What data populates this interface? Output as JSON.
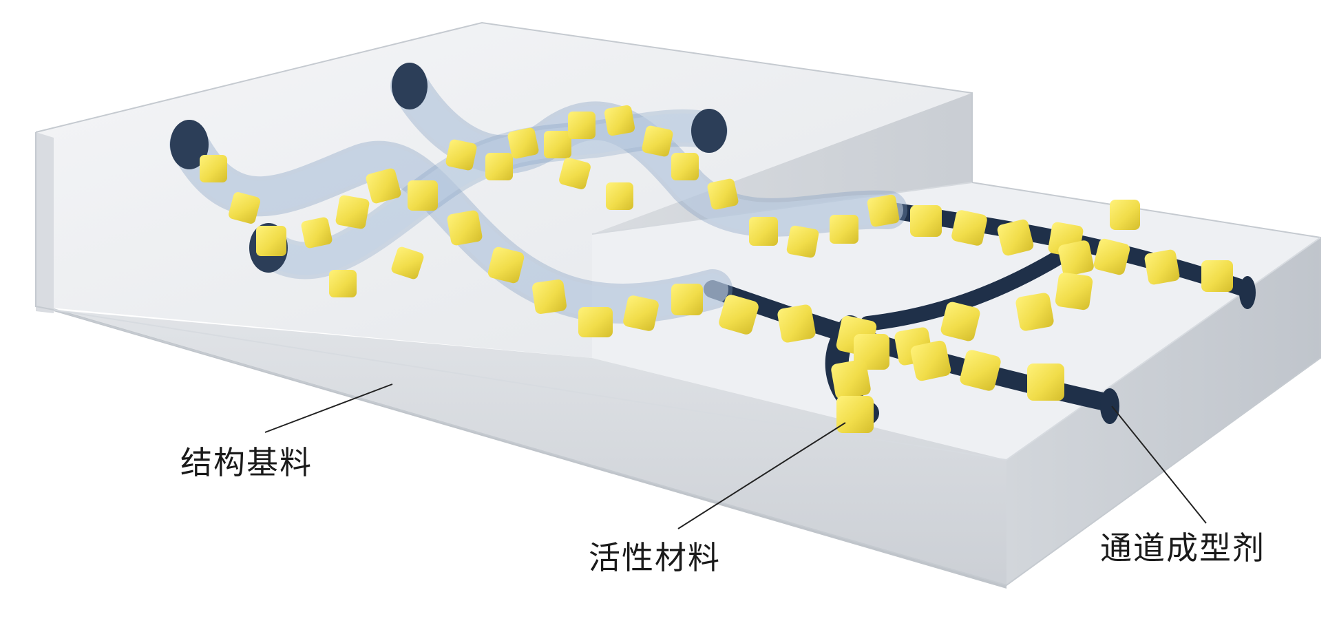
{
  "labels": {
    "structural_substrate": "结构基料",
    "active_material": "活性材料",
    "channel_former": "通道成型剂"
  },
  "colors": {
    "substrate_top": "#eceef1",
    "substrate_side": "#d4d8dd",
    "substrate_edge": "#c3c8ce",
    "tube_fill": "#c4d4e6",
    "tube_stroke": "#7f9cc0",
    "channel_dark": "#1f3049",
    "particle_yellow": "#f1dd4a",
    "particle_shadow": "#cbb52a",
    "leader_line": "#222222"
  },
  "icons": {
    "particle": "yellow-cube-icon",
    "tube_opening": "tube-opening-icon"
  }
}
